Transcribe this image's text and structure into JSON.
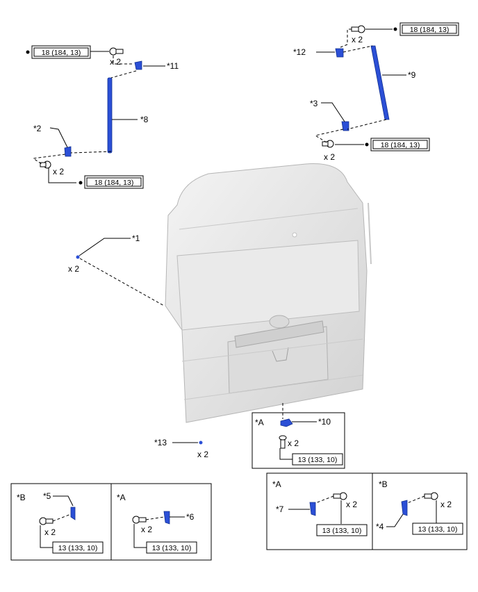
{
  "callouts": {
    "c1": "*1",
    "c2": "*2",
    "c3": "*3",
    "c4": "*4",
    "c5": "*5",
    "c6": "*6",
    "c7": "*7",
    "c8": "*8",
    "c9": "*9",
    "c10": "*10",
    "c11": "*11",
    "c12": "*12",
    "c13": "*13"
  },
  "quantity": "x 2",
  "torque": {
    "hinge": "18 (184, 13)",
    "bracket": "13 (133, 10)"
  },
  "views": {
    "a": "*A",
    "b": "*B"
  },
  "colors": {
    "part": "#2b4fd6",
    "door": "#e6e6e6",
    "line": "#000000"
  }
}
